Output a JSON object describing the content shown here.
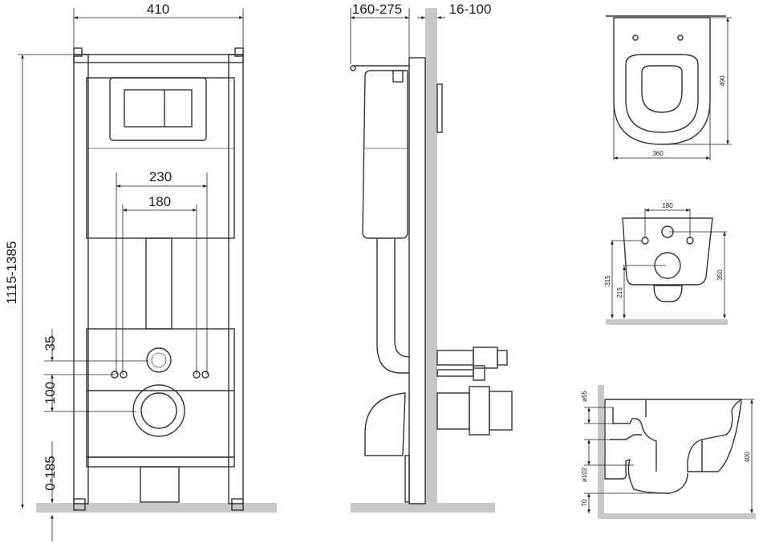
{
  "front_view": {
    "width": "410",
    "height_range": "1115-1385",
    "hole_spacing_outer": "230",
    "hole_spacing_inner": "180",
    "dim_35": "35",
    "dim_100": "100",
    "floor_range": "0-185"
  },
  "side_view": {
    "depth_range": "160-275",
    "wall_offset": "16-100"
  },
  "bowl_top": {
    "length": "490",
    "width": "360"
  },
  "bowl_front": {
    "bolt_spacing": "180",
    "height_315": "315",
    "height_215": "215",
    "height_350": "350"
  },
  "bowl_side": {
    "inlet_diameter": "ø55",
    "outlet_diameter": "ø102",
    "height": "400",
    "floor_gap": "70"
  },
  "colors": {
    "wall": "#c8c8c8",
    "line": "#333333"
  }
}
